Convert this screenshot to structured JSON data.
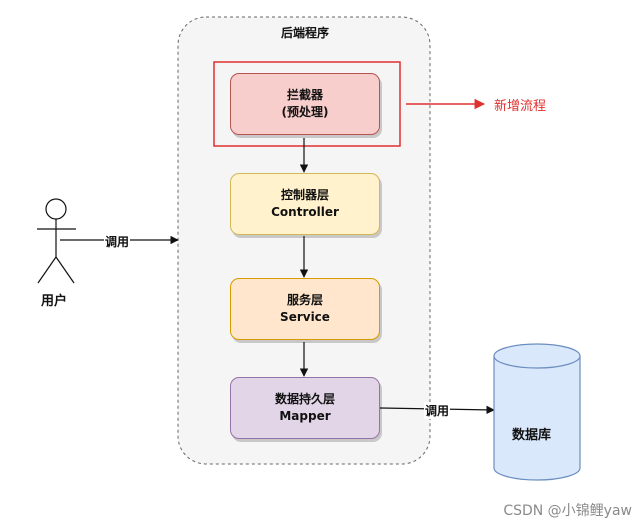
{
  "container": {
    "title": "后端程序"
  },
  "nodes": {
    "interceptor": {
      "line1": "拦截器",
      "line2": "(预处理)",
      "fill": "#f8cecc",
      "stroke": "#b85450"
    },
    "controller": {
      "line1": "控制器层",
      "line2": "Controller",
      "fill": "#fff2cc",
      "stroke": "#d6b656"
    },
    "service": {
      "line1": "服务层",
      "line2": "Service",
      "fill": "#ffe6cc",
      "stroke": "#d79b00"
    },
    "mapper": {
      "line1": "数据持久层",
      "line2": "Mapper",
      "fill": "#e1d5e7",
      "stroke": "#9673a6"
    }
  },
  "highlight": {
    "color": "#e03030",
    "note": "新增流程"
  },
  "user": {
    "label": "用户",
    "call_label": "调用"
  },
  "database": {
    "label": "数据库",
    "call_label": "调用",
    "fill": "#dae8fc",
    "stroke": "#6c8ebf"
  },
  "watermark": "CSDN @小锦鲤yaw"
}
